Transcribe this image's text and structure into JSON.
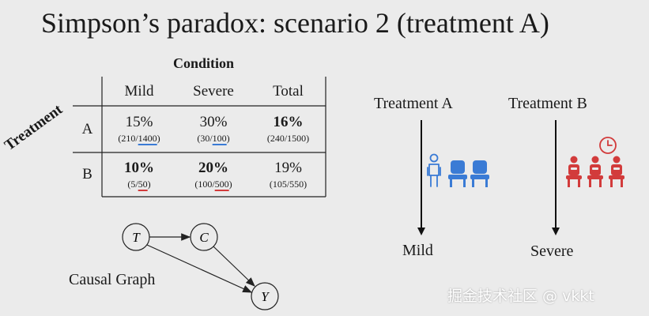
{
  "slide": {
    "title": "Simpson’s paradox: scenario 2 (treatment A)"
  },
  "table": {
    "column_group_label": "Condition",
    "row_group_label": "Treatment",
    "columns": [
      "Mild",
      "Severe",
      "Total"
    ],
    "rows": [
      {
        "label": "A",
        "cells": [
          {
            "pct": "15%",
            "frac_pre": "(210/",
            "frac_hl": "1400",
            "frac_post": ")"
          },
          {
            "pct": "30%",
            "frac_pre": "(30/",
            "frac_hl": "100",
            "frac_post": ")"
          },
          {
            "pct": "16%",
            "frac_pre": "(240/1500)",
            "frac_hl": "",
            "frac_post": ""
          }
        ]
      },
      {
        "label": "B",
        "cells": [
          {
            "pct": "10%",
            "frac_pre": "(5/",
            "frac_hl": "50",
            "frac_post": ")"
          },
          {
            "pct": "20%",
            "frac_pre": "(100/",
            "frac_hl": "500",
            "frac_post": ")"
          },
          {
            "pct": "19%",
            "frac_pre": "(105/550)",
            "frac_hl": "",
            "frac_post": ""
          }
        ]
      }
    ]
  },
  "causal_graph": {
    "label": "Causal Graph",
    "nodes": {
      "t": "T",
      "c": "C",
      "y": "Y"
    }
  },
  "flow": {
    "treatment_a": "Treatment A",
    "treatment_b": "Treatment B",
    "outcome_a": "Mild",
    "outcome_b": "Severe"
  },
  "colors": {
    "blue": "#3a7bd5",
    "red": "#d23b3b"
  },
  "icons": [
    "waiting-room-blue-icon",
    "waiting-room-red-icon",
    "clock-icon"
  ],
  "watermark": "掘金技术社区 @ vkkt"
}
